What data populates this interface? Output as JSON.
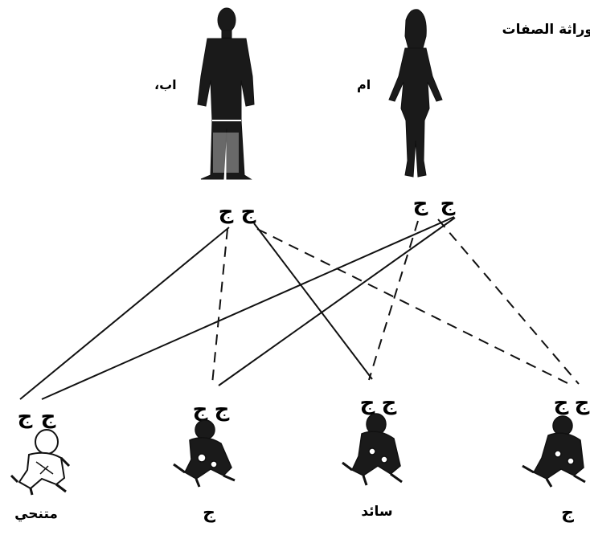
{
  "title": "وراثة الصفات",
  "parents": {
    "father": {
      "label": "اب،",
      "genes": [
        "ج",
        "ج"
      ]
    },
    "mother": {
      "label": "ام",
      "genes": [
        "ج",
        "ج"
      ]
    }
  },
  "children": [
    {
      "genes": [
        "ج",
        "ج"
      ],
      "label": "متنحي"
    },
    {
      "genes": [
        "ج",
        "ج"
      ],
      "label": "ج"
    },
    {
      "genes": [
        "ج",
        "ج"
      ],
      "label": "سائد"
    },
    {
      "genes": [
        "ج",
        "ج"
      ],
      "label": "ج"
    }
  ],
  "colors": {
    "ink": "#111111",
    "paper": "#ffffff"
  }
}
